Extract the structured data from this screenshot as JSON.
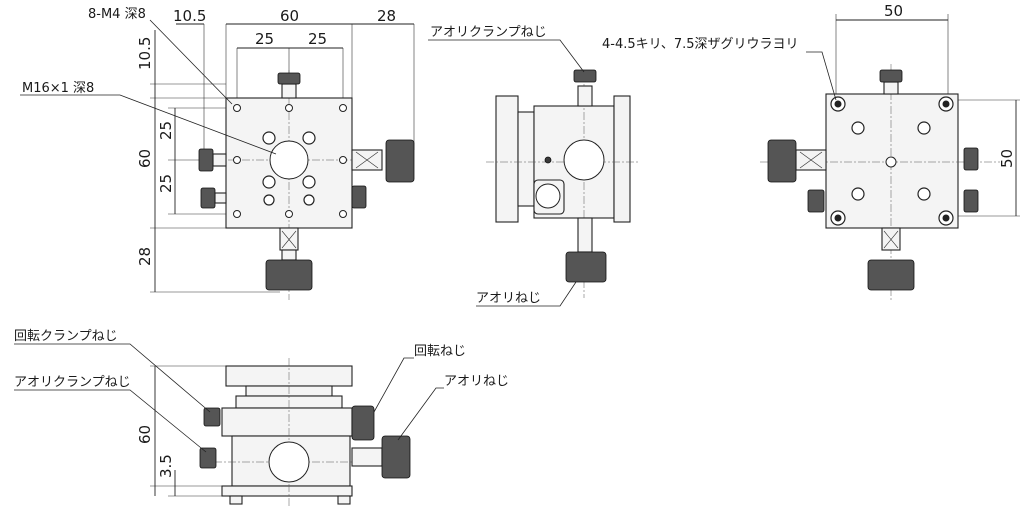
{
  "dimensions": {
    "top_10_5": "10.5",
    "top_60": "60",
    "top_28": "28",
    "top_25a": "25",
    "top_25b": "25",
    "left_10_5": "10.5",
    "left_25a": "25",
    "left_60": "60",
    "left_25b": "25",
    "left_28": "28",
    "right_50_top": "50",
    "right_50_side": "50",
    "front_60": "60",
    "front_3_5": "3.5"
  },
  "labels": {
    "tap_holes": "8-M4 深8",
    "center_tap": "M16×1 深8",
    "tilt_clamp_screw_top": "アオリクランプねじ",
    "tilt_screw_side": "アオリねじ",
    "mount_holes": "4-4.5キリ、7.5深ザグリウラヨリ",
    "rotation_clamp_screw": "回転クランプねじ",
    "tilt_clamp_screw_front": "アオリクランプねじ",
    "rotation_screw": "回転ねじ",
    "tilt_screw_front": "アオリねじ"
  }
}
